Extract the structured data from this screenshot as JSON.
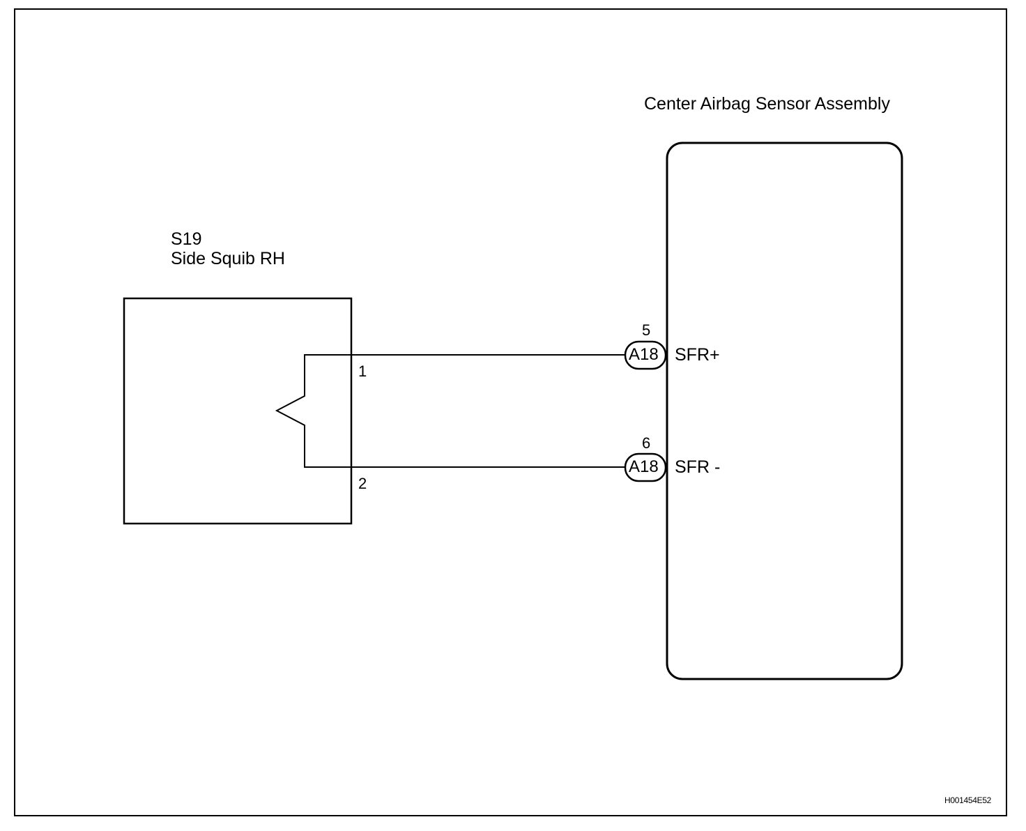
{
  "sensor_assembly": {
    "title": "Center Airbag Sensor Assembly",
    "terminals": [
      {
        "connector": "A18",
        "pin": "5",
        "signal": "SFR+"
      },
      {
        "connector": "A18",
        "pin": "6",
        "signal": "SFR -"
      }
    ]
  },
  "squib": {
    "code": "S19",
    "name": "Side Squib RH",
    "pins": [
      "1",
      "2"
    ]
  },
  "figure_code": "H001454E52"
}
